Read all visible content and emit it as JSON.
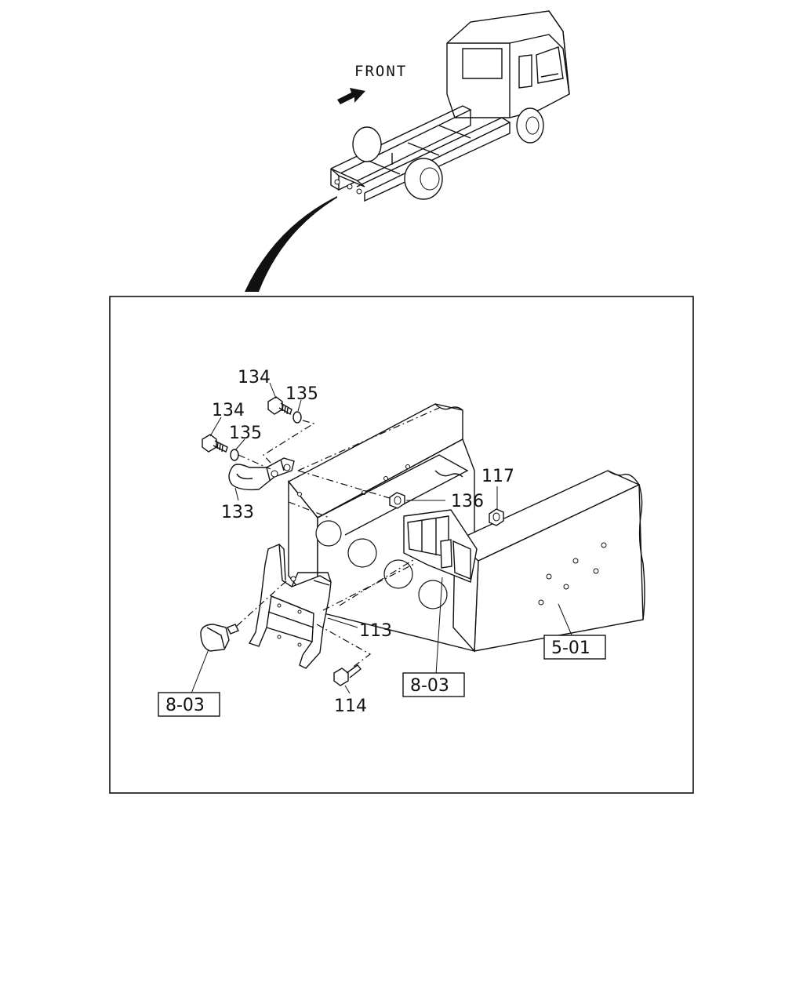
{
  "direction_label": "FRONT",
  "callouts": {
    "p113": "113",
    "p114": "114",
    "p117": "117",
    "p133": "133",
    "p134a": "134",
    "p134b": "134",
    "p135a": "135",
    "p135b": "135",
    "p136": "136"
  },
  "references": {
    "ref_501": "5-01",
    "ref_803_left": "8-03",
    "ref_803_right": "8-03"
  },
  "icons": {
    "arrow": "front-arrow-icon",
    "truck": "truck-overview-icon"
  }
}
